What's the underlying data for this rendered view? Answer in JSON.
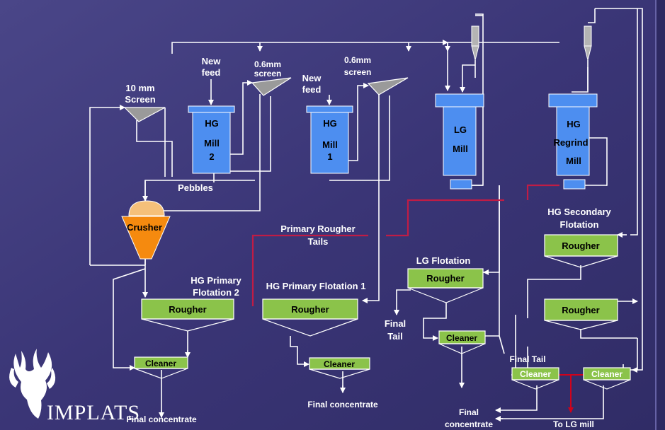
{
  "labels": {
    "screen_10mm": [
      "10 mm",
      "Screen"
    ],
    "new_feed_left": [
      "New",
      "feed"
    ],
    "screen_06_left": [
      "0.6mm",
      "screen"
    ],
    "new_feed_right": [
      "New",
      "feed"
    ],
    "screen_06_right": [
      "0.6mm",
      "screen"
    ],
    "hg_mill_2": [
      "HG",
      "Mill",
      "2"
    ],
    "hg_mill_1": [
      "HG",
      "Mill",
      "1"
    ],
    "lg_mill": [
      "LG",
      "Mill"
    ],
    "hg_regrind": [
      "HG",
      "Regrind",
      "Mill"
    ],
    "pebbles": "Pebbles",
    "crusher": "Crusher",
    "primary_rougher_tails": [
      "Primary Rougher",
      "Tails"
    ],
    "hg_secondary_flotation": [
      "HG Secondary",
      "Flotation"
    ],
    "lg_flotation": "LG Flotation",
    "hg_primary_flotation_2": [
      "HG Primary",
      "Flotation 2"
    ],
    "hg_primary_flotation_1": "HG Primary Flotation 1",
    "rougher": "Rougher",
    "cleaner": "Cleaner",
    "final_tail_left": [
      "Final",
      "Tail"
    ],
    "final_tail_right": "Final Tail",
    "final_concentrate": "Final concentrate",
    "final_concentrate_split": [
      "Final",
      "concentrate"
    ],
    "to_lg_mill": "To LG mill",
    "brand": "IMPLATS"
  },
  "colors": {
    "background": "#3b3577",
    "mill": "#4d8ef0",
    "cell": "#8bc34a",
    "crusher": "#f58a0f",
    "flow_line": "#ffffff",
    "tails_line": "#c01c45"
  }
}
